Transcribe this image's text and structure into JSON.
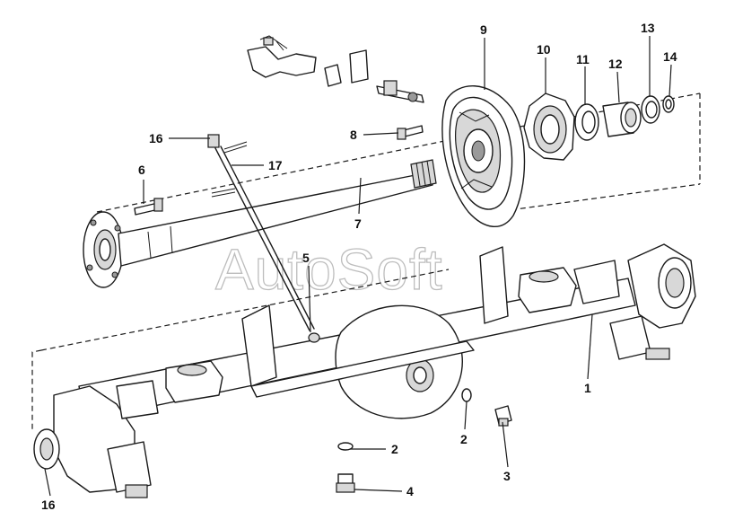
{
  "watermark": "AutoSoft",
  "callouts": {
    "c1": "1",
    "c2a": "2",
    "c2b": "2",
    "c3": "3",
    "c4": "4",
    "c5": "5",
    "c6": "6",
    "c7": "7",
    "c8": "8",
    "c9": "9",
    "c10": "10",
    "c11": "11",
    "c12": "12",
    "c13": "13",
    "c14": "14",
    "c16a": "16",
    "c16b": "16",
    "c17": "17"
  }
}
